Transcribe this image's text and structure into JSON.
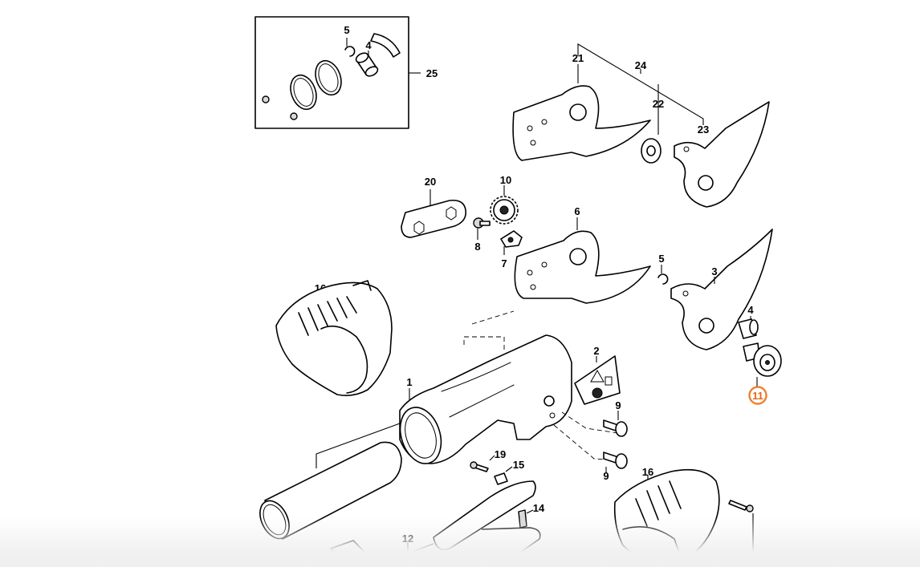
{
  "highlight_color": "#f07f2e",
  "callouts": {
    "inset_pin": "4",
    "inset_clip": "5",
    "inset_kit": "25",
    "upper_blade_left": "21",
    "upper_washer": "22",
    "upper_blade_right": "23",
    "upper_set": "24",
    "plate": "20",
    "gear": "10",
    "screw_8": "8",
    "washer_7": "7",
    "blade_left": "6",
    "clip": "5",
    "blade_right": "3",
    "pin": "4",
    "knob": "11",
    "guard_top": "16",
    "housing": "1",
    "label_sticker": "2",
    "screw_9a": "9",
    "screw_9b": "9",
    "screw_19": "19",
    "pin_15": "15",
    "spring_14": "14",
    "lever": "12",
    "guard_bottom": "16"
  }
}
